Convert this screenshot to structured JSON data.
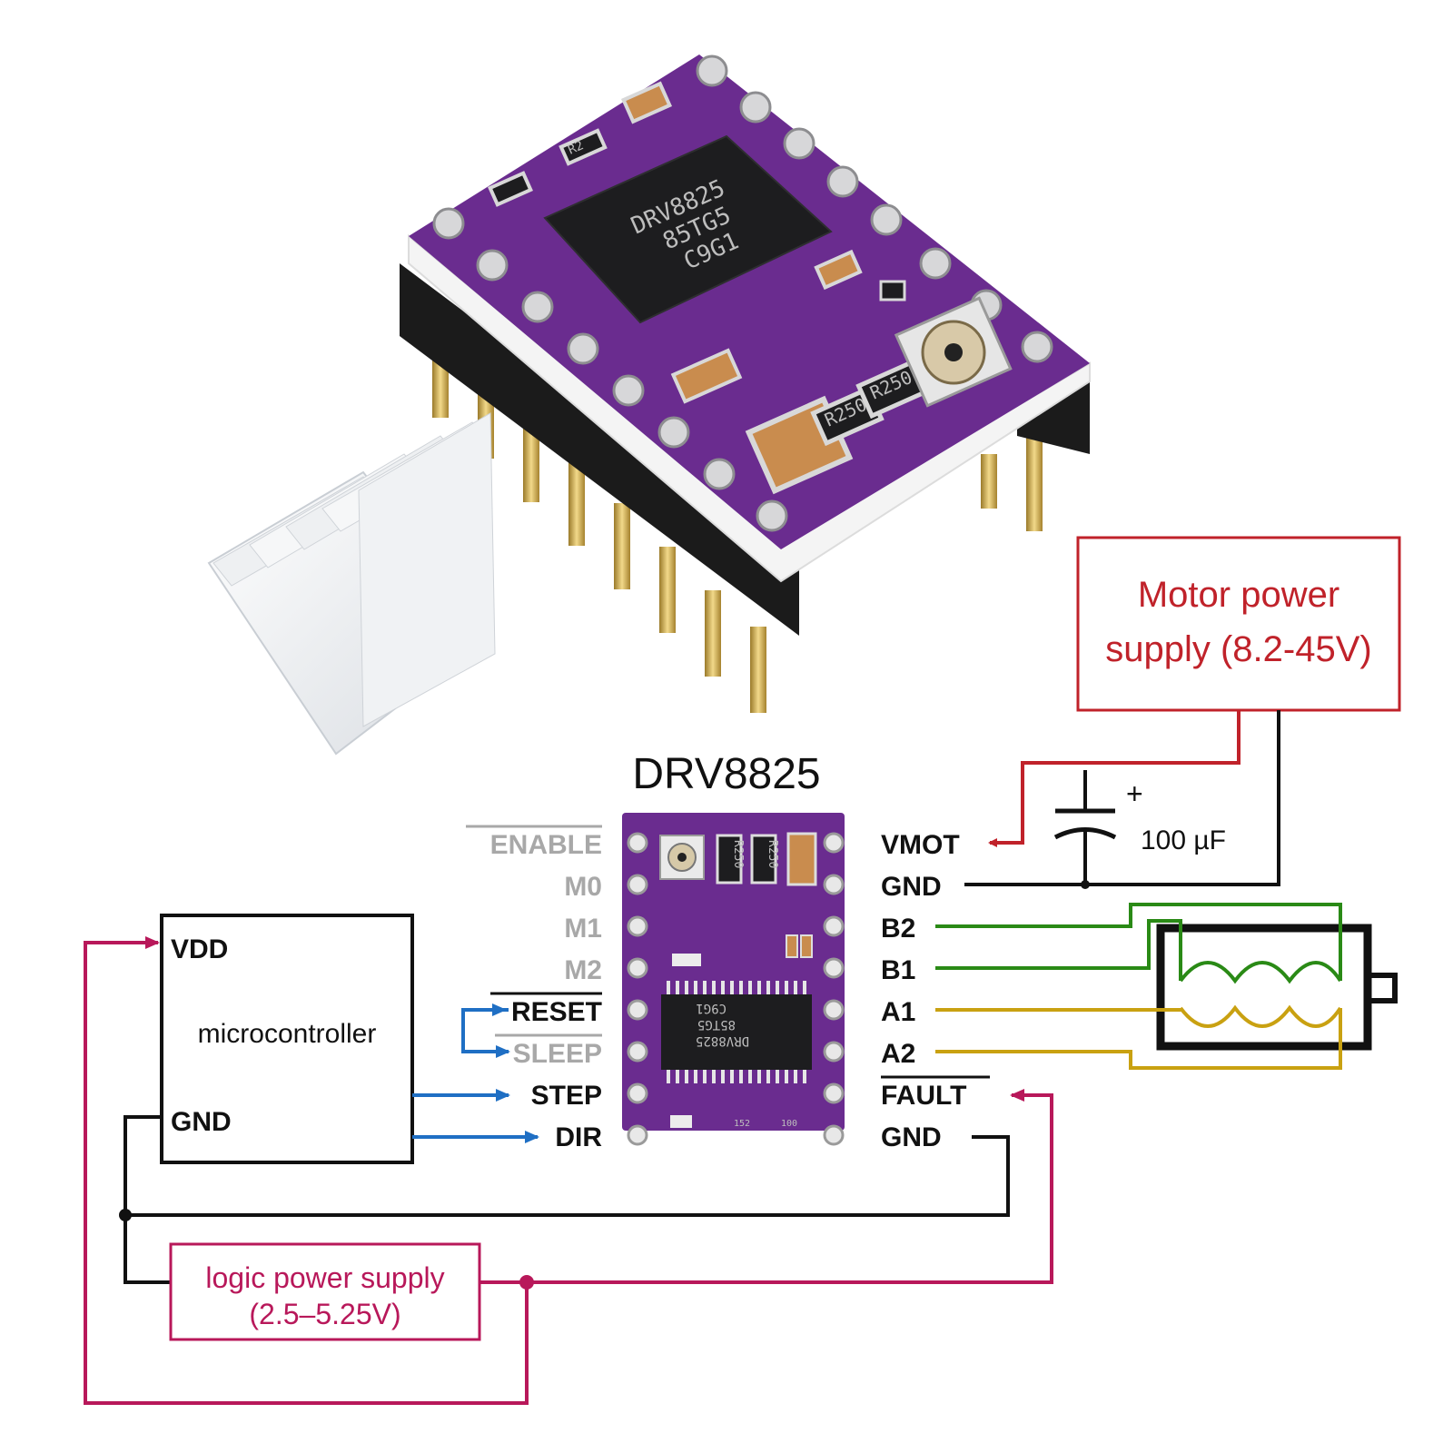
{
  "module_title": "DRV8825",
  "module_photo": {
    "chip_marking": [
      "DRV8825",
      "85TG5",
      "C9G1"
    ],
    "resistor_labels": [
      "R250",
      "R250"
    ],
    "resistor_small": "R2"
  },
  "board_drawing": {
    "resistor_labels": [
      "R250",
      "R250"
    ],
    "chip_marking": [
      "C9G1",
      "85TG5",
      "DRV8825"
    ],
    "small_marks": [
      "152",
      "100"
    ]
  },
  "left_pins": [
    "ENABLE",
    "M0",
    "M1",
    "M2",
    "RESET",
    "SLEEP",
    "STEP",
    "DIR"
  ],
  "right_pins": [
    "VMOT",
    "GND",
    "B2",
    "B1",
    "A1",
    "A2",
    "FAULT",
    "GND"
  ],
  "microcontroller": {
    "vdd_label": "VDD",
    "name": "microcontroller",
    "gnd_label": "GND"
  },
  "motor_power_supply": {
    "line1": "Motor power",
    "line2": "supply (8.2-45V)"
  },
  "logic_power_supply": {
    "line1": "logic power supply",
    "line2": "(2.5–5.25V)"
  },
  "capacitor": {
    "value": "100 µF",
    "polarity": "+"
  },
  "colors": {
    "motor_power": "#c0222a",
    "logic_power": "#b8185a",
    "signal": "#1f6fc4",
    "coil_b": "#2a8a16",
    "coil_a": "#c9a111",
    "ground": "#111111",
    "board_purple": "#6a2c8f"
  }
}
